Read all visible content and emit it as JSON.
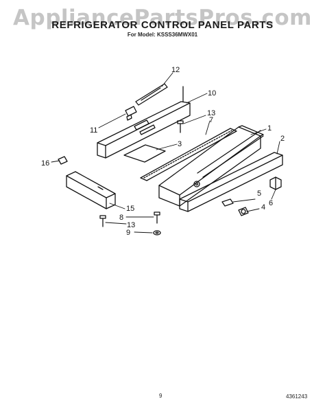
{
  "watermark": "AppliancePartsPros.com",
  "title": "REFRIGERATOR CONTROL PANEL PARTS",
  "subtitle": "For Model: KSSS36MWX01",
  "callouts": {
    "c1": "1",
    "c2": "2",
    "c3": "3",
    "c4": "4",
    "c5": "5",
    "c6": "6",
    "c7": "7",
    "c8": "8",
    "c9": "9",
    "c10": "10",
    "c11": "11",
    "c12": "12",
    "c13a": "13",
    "c13b": "13",
    "c15": "15",
    "c16": "16"
  },
  "footer": {
    "page_number": "9",
    "document_number": "4361243"
  }
}
